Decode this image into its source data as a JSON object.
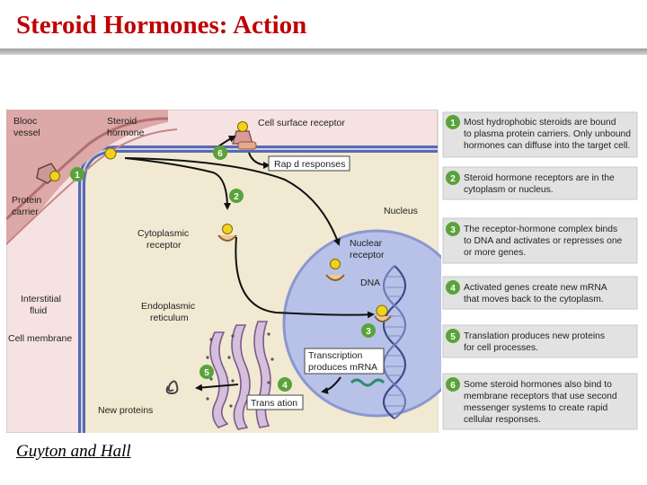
{
  "slide": {
    "title": "Steroid Hormones: Action",
    "caption": "Guyton and Hall"
  },
  "colors": {
    "title": "#c00000",
    "step_circle": "#5aa33a",
    "nucleus": "#b8c2e8",
    "cytoplasm": "#f1e9d2",
    "interstitial": "#f6e2e2",
    "vessel": "#dda8a8",
    "membrane": "#5a6ab0",
    "steps_panel": "#e2e2e2"
  },
  "diagram": {
    "labels": {
      "blood_vessel_1": "Blooc",
      "blood_vessel_2": "vessel",
      "steroid_hormone_1": "Steroid",
      "steroid_hormone_2": "hormone",
      "cell_surface_receptor": "Cell surface receptor",
      "rapid_responses": "Rap d responses",
      "protein_carrier_1": "Protein",
      "protein_carrier_2": "carrier",
      "nucleus": "Nucleus",
      "cytoplasmic_receptor_1": "Cytoplasmic",
      "cytoplasmic_receptor_2": "receptor",
      "nuclear_receptor_1": "Nuclear",
      "nuclear_receptor_2": "receptor",
      "dna": "DNA",
      "interstitial_fluid_1": "Interstitial",
      "interstitial_fluid_2": "fluid",
      "endoplasmic_reticulum_1": "Endoplasmic",
      "endoplasmic_reticulum_2": "reticulum",
      "cell_membrane": "Cell membrane",
      "transcription_1": "Transcription",
      "transcription_2": "produces mRNA",
      "translation": "Trans ation",
      "new_proteins": "New proteins"
    },
    "markers": [
      "1",
      "2",
      "3",
      "4",
      "5",
      "6"
    ]
  },
  "steps": [
    {
      "num": "1",
      "lines": [
        "Most hydrophobic steroids are bound",
        "to plasma protein carriers. Only unbound",
        "hormones can diffuse into the target cell."
      ]
    },
    {
      "num": "2",
      "lines": [
        "Steroid hormone receptors are in the",
        "cytoplasm or nucleus."
      ]
    },
    {
      "num": "3",
      "lines": [
        "The receptor-hormone complex binds",
        "to DNA and activates or represses one",
        "or more genes."
      ]
    },
    {
      "num": "4",
      "lines": [
        "Activated genes create new mRNA",
        "that moves back to the cytoplasm."
      ]
    },
    {
      "num": "5",
      "lines": [
        "Translation produces new proteins",
        "for cell processes."
      ]
    },
    {
      "num": "6",
      "lines": [
        "Some steroid hormones also bind to",
        "membrane receptors that use second",
        "messenger systems to create rapid",
        "cellular responses."
      ]
    }
  ]
}
